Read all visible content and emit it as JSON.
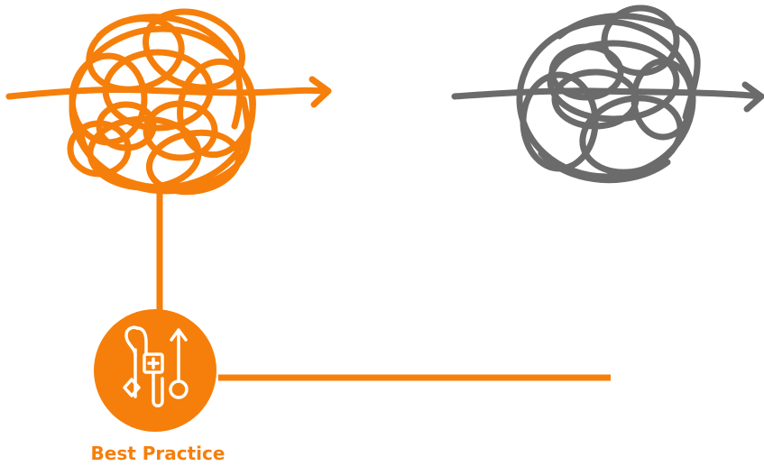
{
  "colors": {
    "accent": "#f57f0a",
    "neutral": "#6b6b6b",
    "icon_foreground": "#ffffff",
    "background": "#ffffff"
  },
  "left_scribble": {
    "icon": "tangled-scribble-with-arrow",
    "color": "#f57f0a"
  },
  "right_scribble": {
    "icon": "tangled-scribble-with-arrow",
    "color": "#6b6b6b"
  },
  "best_practice_badge": {
    "icon": "workflow-flowchart-icon",
    "label": "Best Practice"
  }
}
